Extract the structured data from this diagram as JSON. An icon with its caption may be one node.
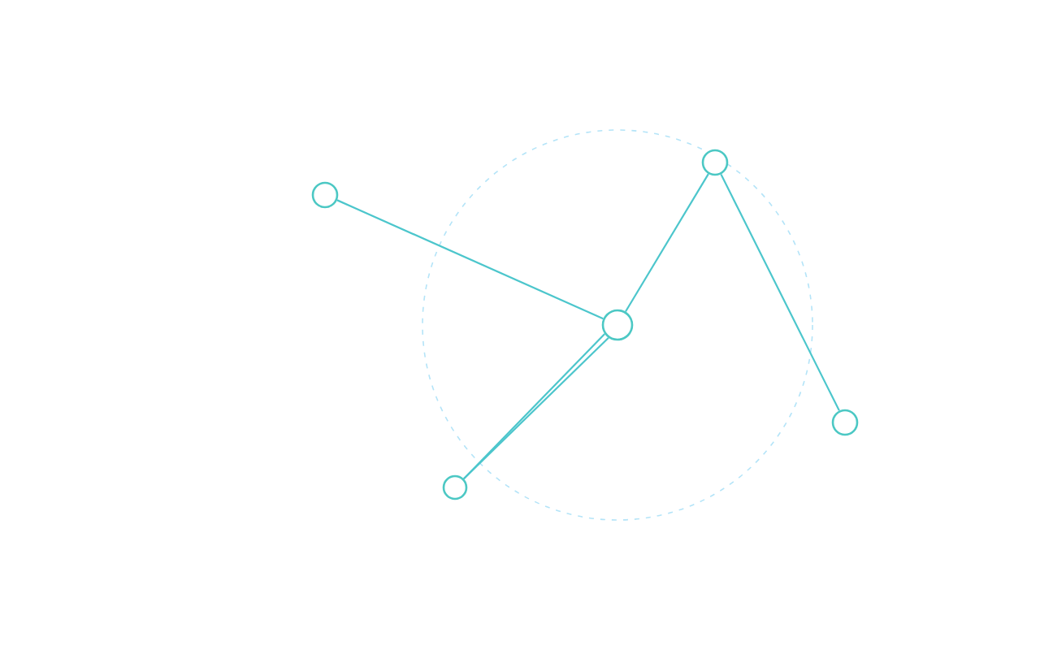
{
  "diagram": {
    "nodes": [
      {
        "text": [],
        "shape": "circle"
      },
      {
        "text": [],
        "shape": "circle"
      },
      {
        "text": [],
        "shape": "circle"
      },
      {
        "text": [],
        "shape": "circle"
      },
      {
        "text": [],
        "shape": "circle"
      }
    ],
    "edges": [
      {
        "from": 0,
        "to": 2,
        "arrow": "none"
      },
      {
        "from": 2,
        "to": 3,
        "arrow": "none"
      },
      {
        "from": 3,
        "to": 4,
        "arrow": "none"
      },
      {
        "from": 2,
        "to": 1,
        "arrow": "none"
      },
      {
        "from": 2,
        "to": 1,
        "arrow": "none"
      }
    ]
  }
}
